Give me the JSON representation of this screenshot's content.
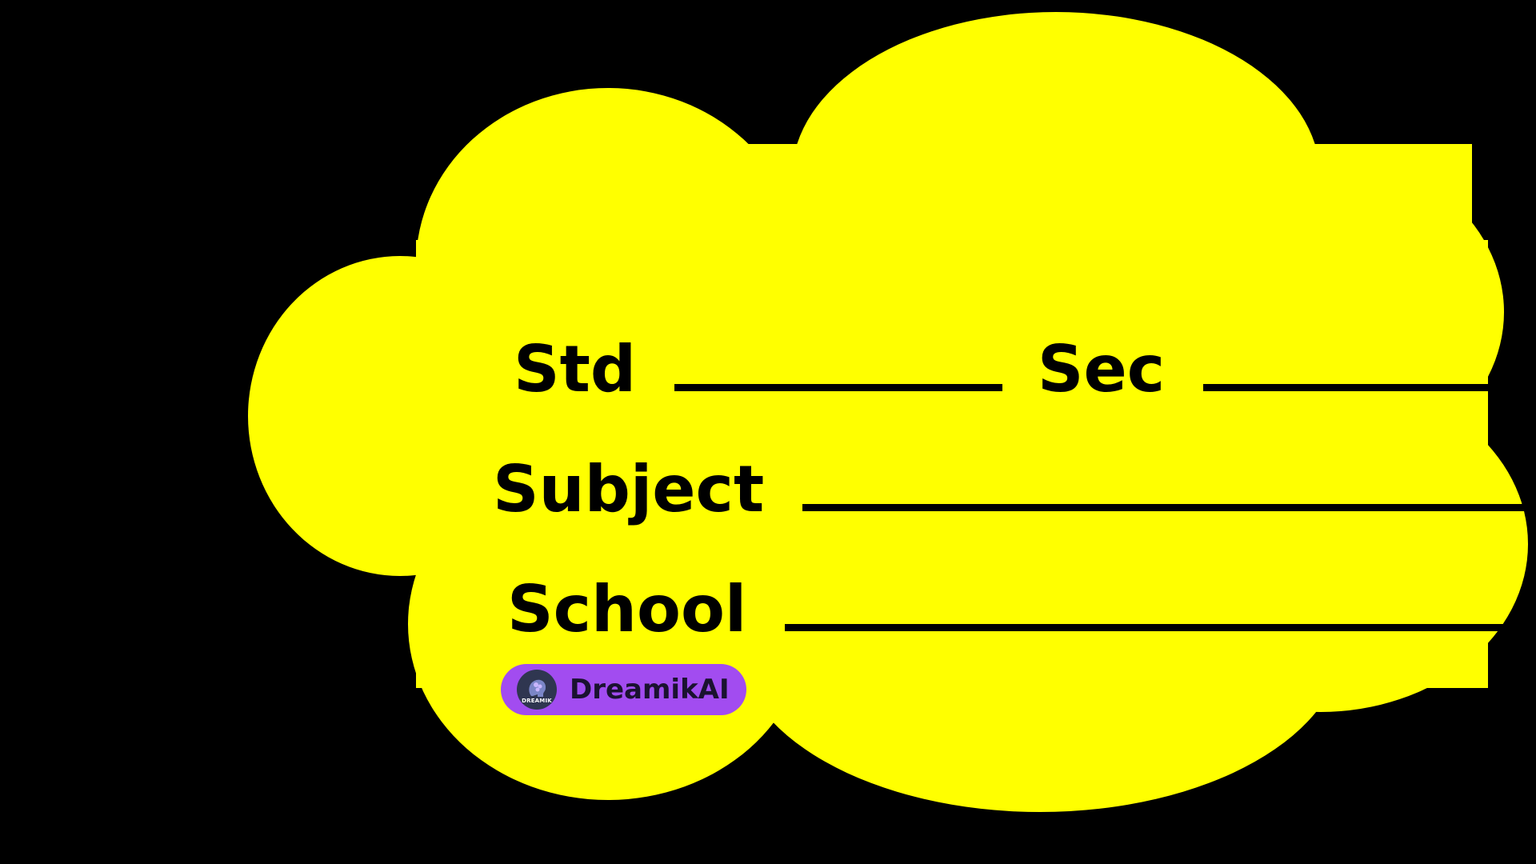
{
  "colors": {
    "background": "#000000",
    "cloud": "#ffff00",
    "text": "#000000",
    "badge": "#a24cf0",
    "badge_logo": "#2f3650"
  },
  "form": {
    "std_label": "Std",
    "sec_label": "Sec",
    "subject_label": "Subject",
    "school_label": "School"
  },
  "badge": {
    "logo_text": "DREAMIK",
    "name": "DreamikAI",
    "icon": "brain-head-icon"
  }
}
